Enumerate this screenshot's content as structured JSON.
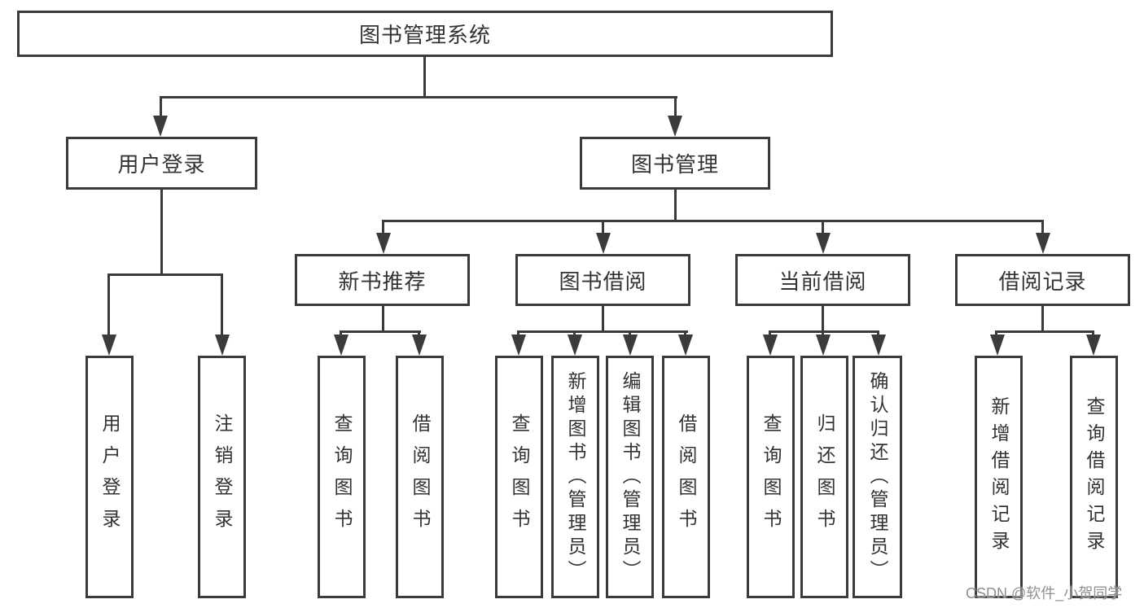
{
  "diagram": {
    "root": "图书管理系统",
    "level2": [
      {
        "label": "用户登录",
        "leaves": [
          "用户登录",
          "注销登录"
        ]
      },
      {
        "label": "图书管理"
      }
    ],
    "level3": [
      {
        "label": "新书推荐",
        "leaves": [
          "查询图书",
          "借阅图书"
        ]
      },
      {
        "label": "图书借阅",
        "leaves": [
          "查询图书",
          "新增图书（管理员）",
          "编辑图书（管理员）",
          "借阅图书"
        ]
      },
      {
        "label": "当前借阅",
        "leaves": [
          "查询图书",
          "归还图书",
          "确认归还（管理员）"
        ]
      },
      {
        "label": "借阅记录",
        "leaves": [
          "新增借阅记录",
          "查询借阅记录"
        ]
      }
    ]
  },
  "watermark": "CSDN @软件_小贺同学",
  "colors": {
    "line": "#3b3b3b",
    "text": "#333333",
    "background": "#ffffff",
    "watermark": "#8f8f8f"
  }
}
